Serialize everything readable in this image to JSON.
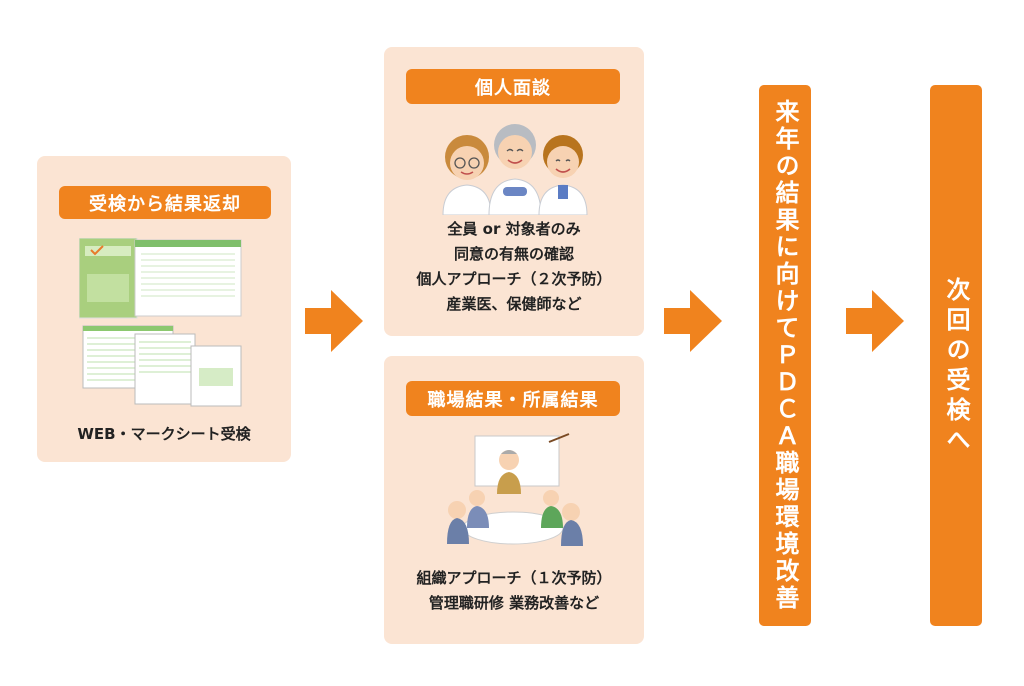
{
  "panels": {
    "exam": {
      "title": "受検から結果返却",
      "caption": "WEB・マークシート受検"
    },
    "interview": {
      "title": "個人面談",
      "lines": [
        "全員 or 対象者のみ",
        "同意の有無の確認",
        "個人アプローチ（２次予防）",
        "産業医、保健師など"
      ]
    },
    "workplace": {
      "title": "職場結果・所属結果",
      "lines": [
        "組織アプローチ（１次予防）",
        "管理職研修 業務改善など"
      ]
    }
  },
  "next_year": "来年の結果に向けてＰＤＣＡ職場環境改善",
  "next_exam": "次回の受検へ",
  "colors": {
    "accent": "#f0831e",
    "panel_bg": "#fbe4d3"
  }
}
